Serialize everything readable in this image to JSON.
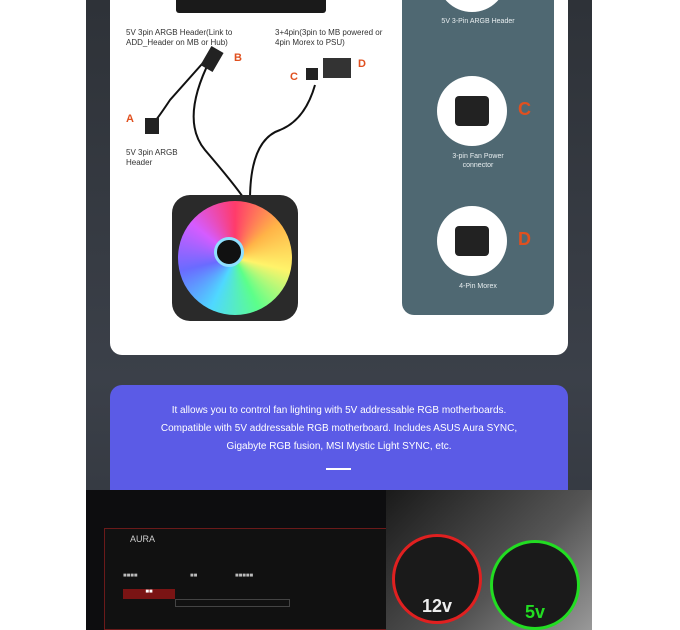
{
  "diagram": {
    "label_b_text": "5V 3pin ARGB Header(Link to ADD_Header on MB or Hub)",
    "label_cd_text": "3+4pin(3pin to MB powered or 4pin Morex to PSU)",
    "label_a_text": "5V 3pin ARGB Header",
    "markers": [
      "A",
      "B",
      "C",
      "D"
    ]
  },
  "panel": {
    "items": [
      {
        "caption": "5V 3-Pin ARGB Header"
      },
      {
        "letter": "C",
        "caption": "3-pin Fan Power connector"
      },
      {
        "letter": "D",
        "caption": "4-Pin Morex"
      }
    ]
  },
  "info": {
    "lines": [
      "It allows you to control fan lighting with 5V addressable RGB motherboards.",
      "Compatible with 5V addressable RGB motherboard. Includes ASUS Aura SYNC,",
      "Gigabyte RGB fusion, MSI Mystic Light SYNC, etc."
    ]
  },
  "bottom": {
    "app_logo": "AURA",
    "voltage_12": "12v",
    "voltage_5": "5v",
    "colors": {
      "bad": "#e02020",
      "good": "#22dd22"
    }
  },
  "colors": {
    "accent": "#e0501f",
    "panel": "#4f6872",
    "info": "#5b5be6"
  }
}
